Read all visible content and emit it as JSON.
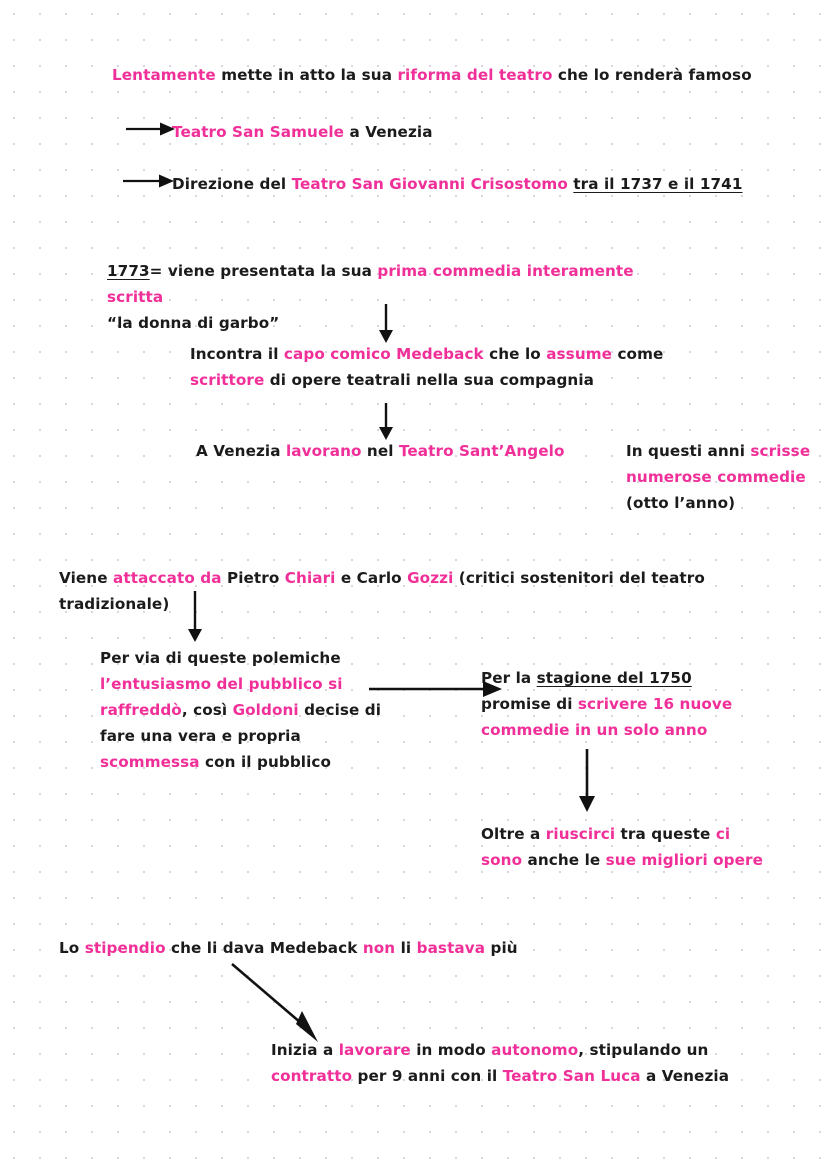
{
  "meta": {
    "accent_pink": "#f02f99",
    "text_black": "#1b1b1b",
    "grid_dot": "#d9d3dd",
    "background": "#ffffff"
  },
  "notes": {
    "lentamente": {
      "parts": [
        {
          "text": "Lentamente",
          "color": "pink"
        },
        {
          "text": " mette in atto la sua ",
          "color": "black"
        },
        {
          "text": "riforma del teatro",
          "color": "pink"
        },
        {
          "text": " che lo renderà famoso",
          "color": "black"
        }
      ]
    },
    "san_samuele": {
      "parts": [
        {
          "text": "Teatro San Samuele",
          "color": "pink"
        },
        {
          "text": " a Venezia",
          "color": "black"
        }
      ]
    },
    "crisostomo": {
      "parts": [
        {
          "text": "Direzione del ",
          "color": "black"
        },
        {
          "text": "Teatro San Giovanni Crisostomo",
          "color": "pink"
        },
        {
          "text": " ",
          "color": "black"
        },
        {
          "text": "tra il 1737 e il 1741",
          "color": "black",
          "underline": true
        }
      ]
    },
    "anno_1773": {
      "parts": [
        {
          "text": "1773",
          "color": "black",
          "underline": true
        },
        {
          "text": "= viene presentata la sua ",
          "color": "black"
        },
        {
          "text": "prima commedia interamente scritta",
          "color": "pink"
        },
        {
          "text": "\n“la donna di garbo”",
          "color": "black"
        }
      ]
    },
    "incontra": {
      "parts": [
        {
          "text": "Incontra il ",
          "color": "black"
        },
        {
          "text": "capo comico Medeback",
          "color": "pink"
        },
        {
          "text": " che lo ",
          "color": "black"
        },
        {
          "text": "assume",
          "color": "pink"
        },
        {
          "text": " come\n",
          "color": "black"
        },
        {
          "text": "scrittore",
          "color": "pink"
        },
        {
          "text": " di opere teatrali nella sua compagnia",
          "color": "black"
        }
      ]
    },
    "sant_angelo": {
      "parts": [
        {
          "text": "A Venezia ",
          "color": "black"
        },
        {
          "text": "lavorano",
          "color": "pink"
        },
        {
          "text": " nel ",
          "color": "black"
        },
        {
          "text": "Teatro Sant’Angelo",
          "color": "pink"
        }
      ]
    },
    "in_questi_anni": {
      "parts": [
        {
          "text": "In questi anni ",
          "color": "black"
        },
        {
          "text": "scrisse\nnumerose commedie",
          "color": "pink"
        },
        {
          "text": "\n(otto l’anno)",
          "color": "black"
        }
      ]
    },
    "viene_attaccato": {
      "parts": [
        {
          "text": "Viene ",
          "color": "black"
        },
        {
          "text": "attaccato da",
          "color": "pink"
        },
        {
          "text": " Pietro ",
          "color": "black"
        },
        {
          "text": "Chiari",
          "color": "pink"
        },
        {
          "text": " e Carlo ",
          "color": "black"
        },
        {
          "text": "Gozzi",
          "color": "pink"
        },
        {
          "text": " (critici sostenitori del teatro tradizionale)",
          "color": "black"
        }
      ]
    },
    "per_via": {
      "parts": [
        {
          "text": "Per via di queste polemiche\n",
          "color": "black"
        },
        {
          "text": "l’entusiasmo del pubblico si\nraffreddò",
          "color": "pink"
        },
        {
          "text": ", così ",
          "color": "black"
        },
        {
          "text": "Goldoni",
          "color": "pink"
        },
        {
          "text": " decise di\nfare una vera e propria\n",
          "color": "black"
        },
        {
          "text": "scommessa",
          "color": "pink"
        },
        {
          "text": " con il pubblico",
          "color": "black"
        }
      ]
    },
    "stagione_1750": {
      "parts": [
        {
          "text": "Per la ",
          "color": "black"
        },
        {
          "text": "stagione del 1750",
          "color": "black",
          "underline": true
        },
        {
          "text": "\npromise di ",
          "color": "black"
        },
        {
          "text": "scrivere 16 nuove\ncommedie in un solo anno",
          "color": "pink"
        }
      ]
    },
    "oltre_riuscirci": {
      "parts": [
        {
          "text": "Oltre a ",
          "color": "black"
        },
        {
          "text": "riuscirci",
          "color": "pink"
        },
        {
          "text": " tra queste ",
          "color": "black"
        },
        {
          "text": "ci\nsono",
          "color": "pink"
        },
        {
          "text": " anche le ",
          "color": "black"
        },
        {
          "text": "sue migliori opere",
          "color": "pink"
        }
      ]
    },
    "stipendio": {
      "parts": [
        {
          "text": "Lo ",
          "color": "black"
        },
        {
          "text": "stipendio",
          "color": "pink"
        },
        {
          "text": " che li dava Medeback ",
          "color": "black"
        },
        {
          "text": "non",
          "color": "pink"
        },
        {
          "text": " li ",
          "color": "black"
        },
        {
          "text": "bastava",
          "color": "pink"
        },
        {
          "text": " più",
          "color": "black"
        }
      ]
    },
    "inizia": {
      "parts": [
        {
          "text": "Inizia a ",
          "color": "black"
        },
        {
          "text": "lavorare",
          "color": "pink"
        },
        {
          "text": " in modo ",
          "color": "black"
        },
        {
          "text": "autonomo",
          "color": "pink"
        },
        {
          "text": ", stipulando un\n",
          "color": "black"
        },
        {
          "text": "contratto",
          "color": "pink"
        },
        {
          "text": " per 9 anni con il ",
          "color": "black"
        },
        {
          "text": "Teatro San Luca",
          "color": "pink"
        },
        {
          "text": " a Venezia",
          "color": "black"
        }
      ]
    }
  },
  "arrows": [
    {
      "id": "arrow-to-san-samuele",
      "direction": "right"
    },
    {
      "id": "arrow-to-crisostomo",
      "direction": "right"
    },
    {
      "id": "arrow-1773-to-incontra",
      "direction": "down"
    },
    {
      "id": "arrow-incontra-to-sant-angelo",
      "direction": "down"
    },
    {
      "id": "arrow-viene-to-per-via",
      "direction": "down"
    },
    {
      "id": "arrow-per-via-to-stagione",
      "direction": "right"
    },
    {
      "id": "arrow-stagione-to-oltre",
      "direction": "down"
    },
    {
      "id": "arrow-stipendio-to-inizia",
      "direction": "diagonal-down-right"
    }
  ]
}
